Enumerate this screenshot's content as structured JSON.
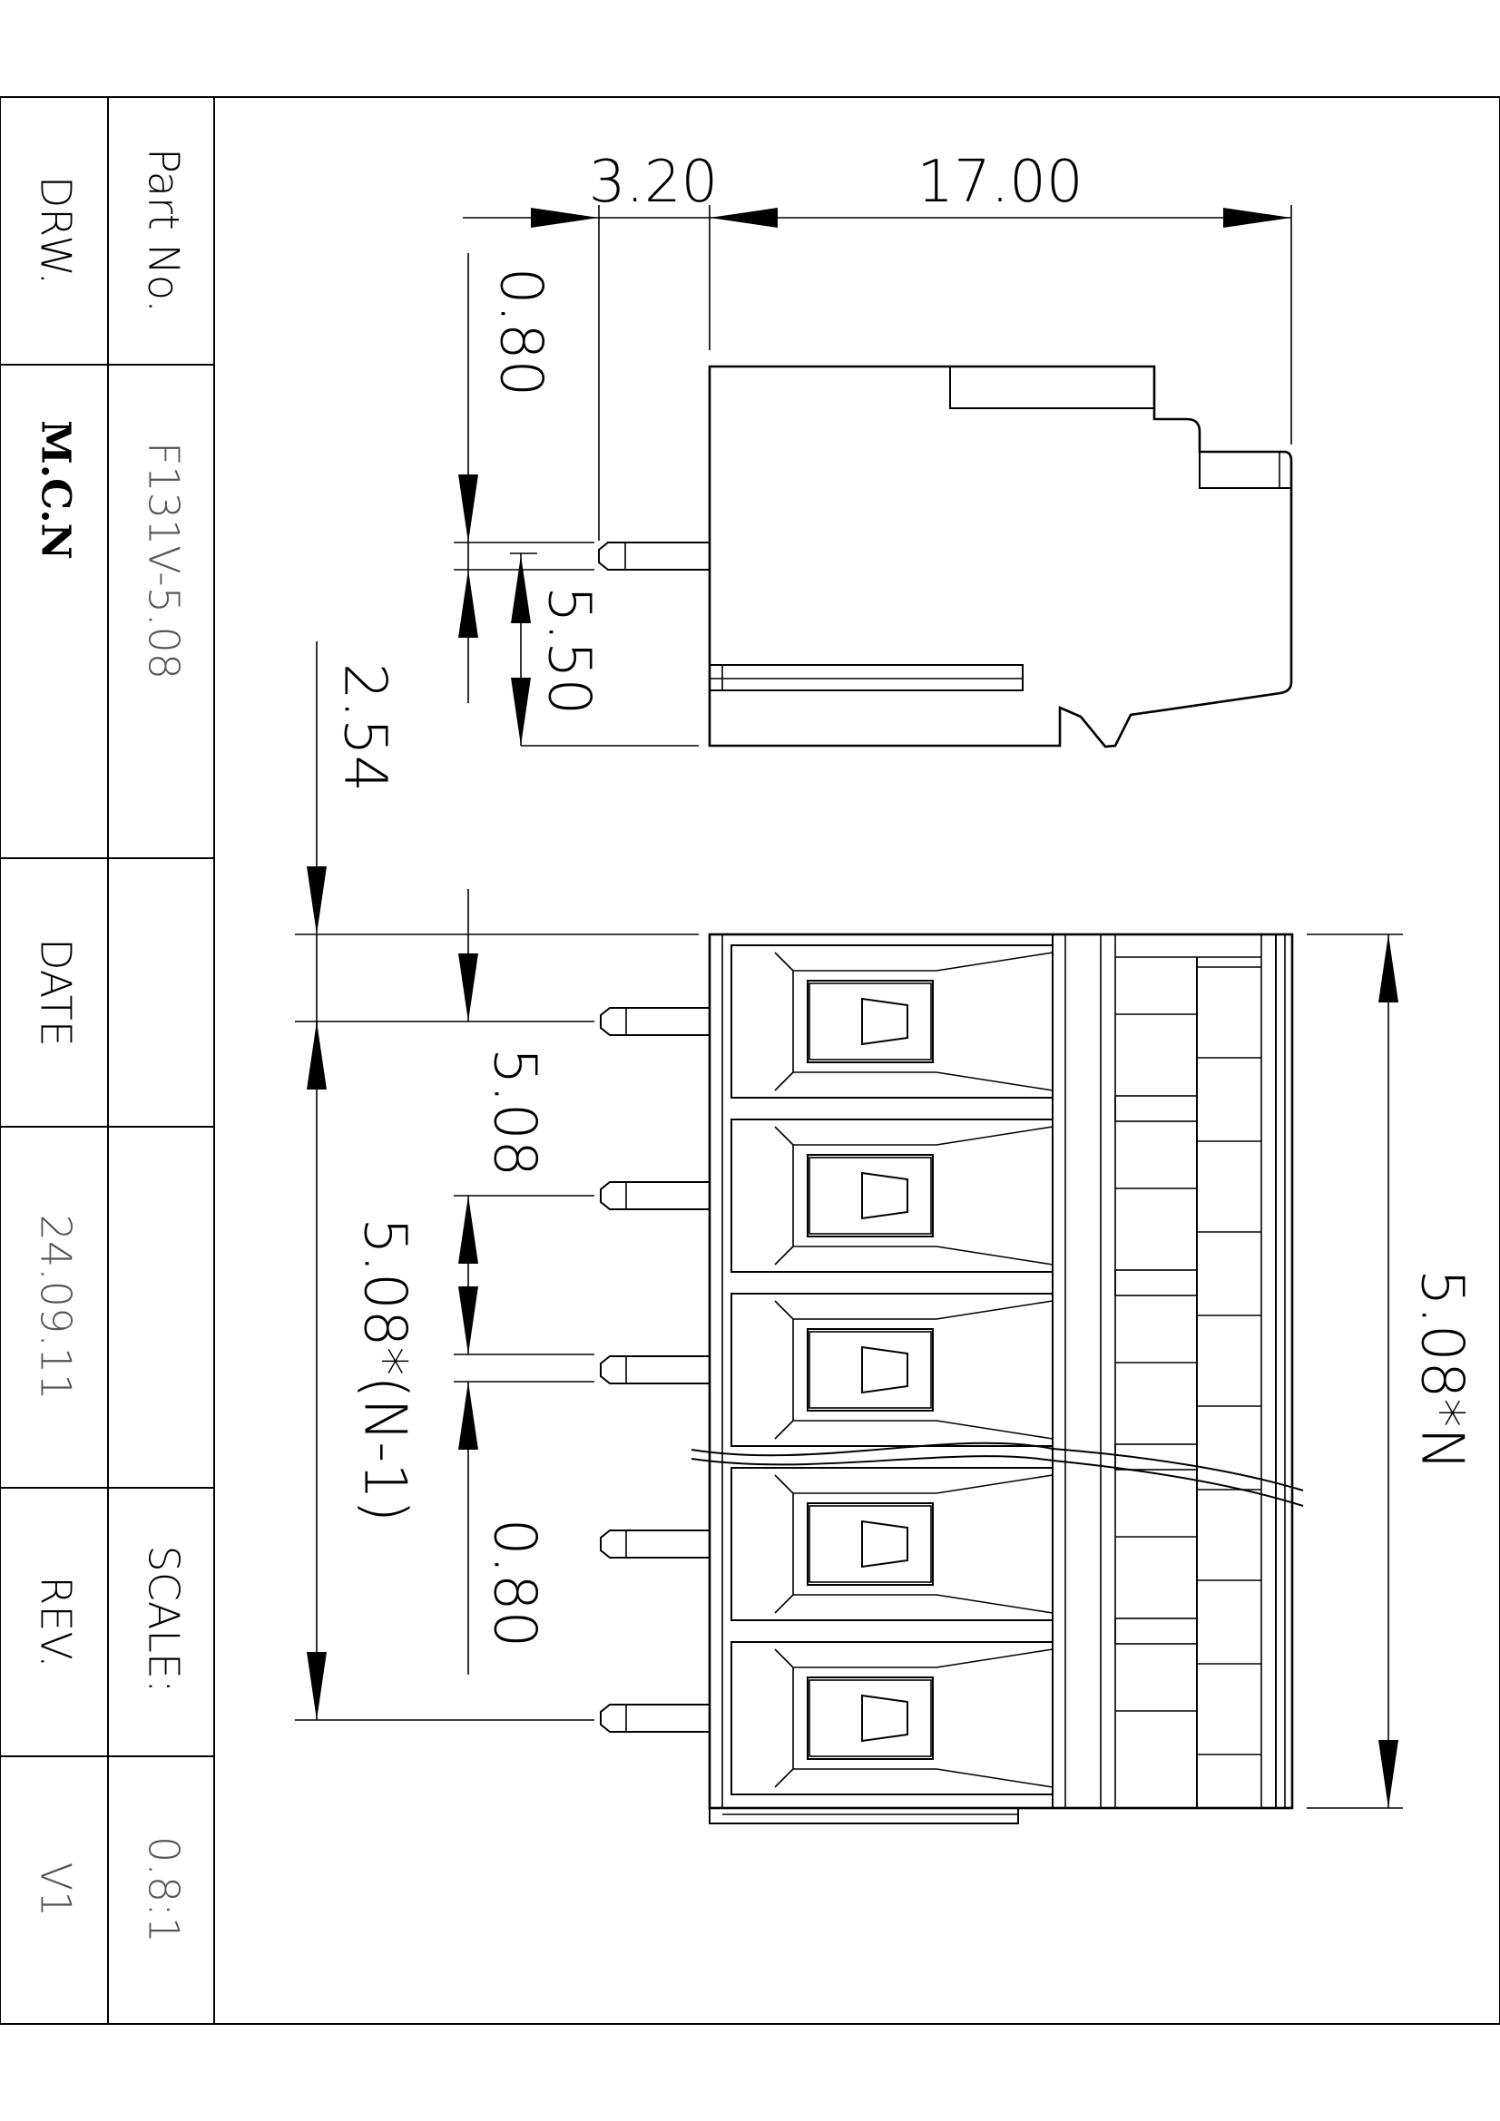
{
  "title_block": {
    "part_no_label": "Part No.",
    "part_no_value": "F131V-5.08",
    "drawn_label": "DRW.",
    "drawn_value": "M.C.N",
    "date_label": "DATE",
    "date_value": "24.09.11",
    "scale_label": "SCALE:",
    "scale_value": "0.8:1",
    "rev_label": "REV.",
    "rev_value": "V1"
  },
  "dimensions": {
    "pin_length": "3.20",
    "body_depth": "17.00",
    "pin_width_side": "0.80",
    "pin_height": "5.50",
    "pin_offset": "2.54",
    "pitch": "5.08",
    "pitch_span": "5.08*(N-1)",
    "pin_width_front": "0.80",
    "total_width": "5.08*N"
  },
  "positions": 5
}
